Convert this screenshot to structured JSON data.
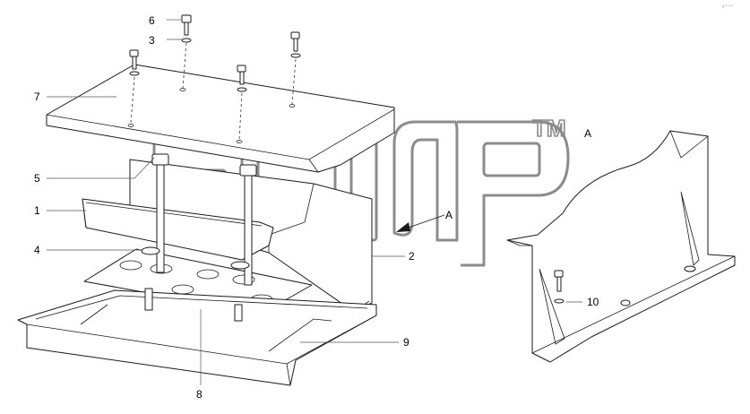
{
  "callouts": {
    "c1": "1",
    "c2": "2",
    "c3": "3",
    "c4": "4",
    "c5": "5",
    "c6": "6",
    "c7": "7",
    "c8": "8",
    "c9": "9",
    "c10": "10"
  },
  "view_label_main": "A",
  "view_label_detail": "A",
  "watermark_tm": "TM",
  "corner_mark": "g** ****",
  "colors": {
    "line": "#1a1a1a",
    "watermark": "#8c8c8c"
  }
}
